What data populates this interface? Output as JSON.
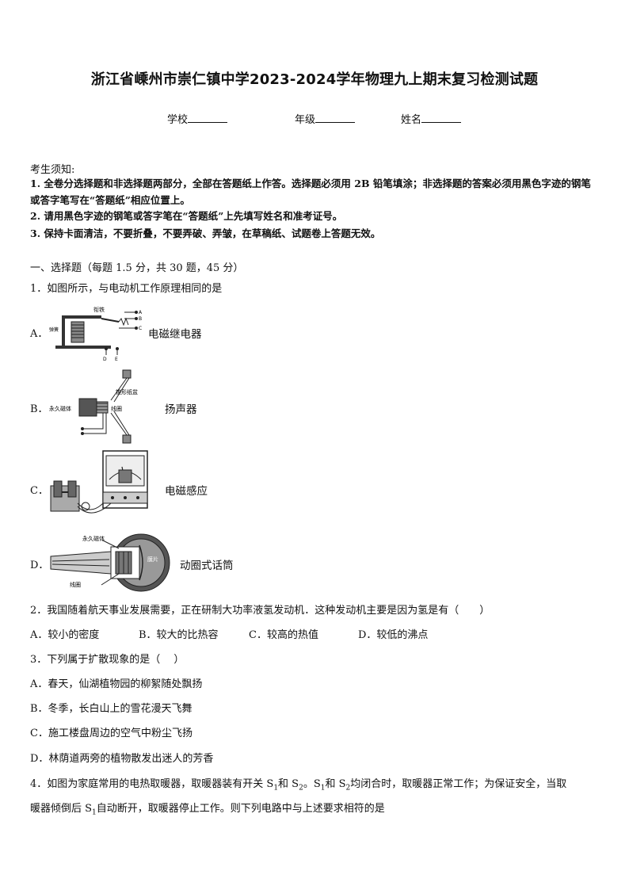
{
  "title": "浙江省嵊州市崇仁镇中学2023-2024学年物理九上期末复习检测试题",
  "info_fields": [
    "学校",
    "年级",
    "姓名"
  ],
  "notice": {
    "heading": "考生须知:",
    "items": [
      "1. 全卷分选择题和非选择题两部分，全部在答题纸上作答。选择题必须用 2B 铅笔填涂；非选择题的答案必须用黑色字迹的钢笔或答字笔写在“答题纸”相应位置上。",
      "2. 请用黑色字迹的钢笔或答字笔在“答题纸”上先填写姓名和准考证号。",
      "3. 保持卡面清洁，不要折叠，不要弄破、弄皱，在草稿纸、试题卷上答题无效。"
    ]
  },
  "section1": "一、选择题（每题 1.5 分，共 30 题，45 分）",
  "q1": {
    "stem": "1．如图所示，与电动机工作原理相同的是",
    "options": [
      {
        "label": "A．",
        "caption": "电磁继电器",
        "fig_labels": [
          "衔铁",
          "A",
          "B",
          "C",
          "弹簧",
          "D",
          "E"
        ]
      },
      {
        "label": "B．",
        "caption": "扬声器",
        "fig_labels": [
          "锥形纸盆",
          "永久磁体",
          "线圈"
        ]
      },
      {
        "label": "C．",
        "caption": "电磁感应",
        "fig_labels": []
      },
      {
        "label": "D．",
        "caption": "动圈式话筒",
        "fig_labels": [
          "永久磁体",
          "线圈",
          "膜片"
        ]
      }
    ]
  },
  "q2": {
    "stem": "2．我国随着航天事业发展需要，正在研制大功率液氢发动机．这种发动机主要是因为氢是有（　　）",
    "options": [
      "A．较小的密度",
      "B．较大的比热容",
      "C．较高的热值",
      "D．较低的沸点"
    ]
  },
  "q3": {
    "stem": "3．下列属于扩散现象的是（　 ）",
    "options": [
      "A．春天，仙湖植物园的柳絮随处飘扬",
      "B．冬季，长白山上的雪花漫天飞舞",
      "C．施工楼盘周边的空气中粉尘飞扬",
      "D．林荫道两旁的植物散发出迷人的芳香"
    ]
  },
  "q4": {
    "line1": {
      "a": "4．如图为家庭常用的电热取暖器，取暖器装有开关 S",
      "b": "和 S",
      "c": "。S",
      "d": "和 S",
      "e": "均闭合时，取暖器正常工作；为保证安全，当取",
      "s1": "1",
      "s2": "2"
    },
    "line2": {
      "a": "暖器倾倒后 S",
      "b": "自动断开，取暖器停止工作。则下列电路中与上述要求相符的是",
      "s1": "1"
    }
  }
}
